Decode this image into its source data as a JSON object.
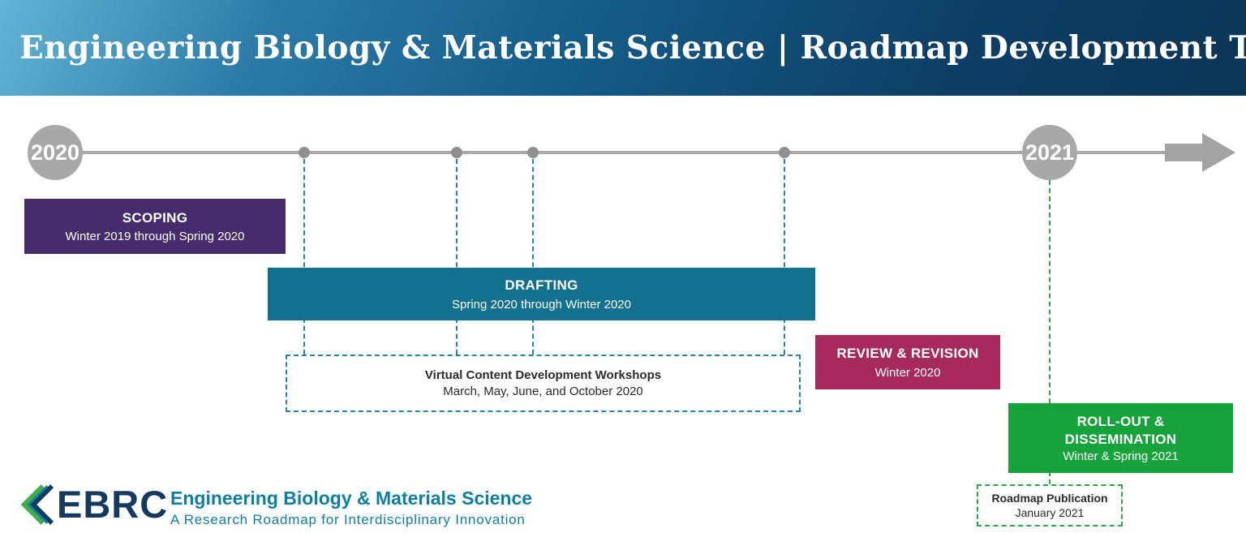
{
  "header": {
    "title": "Engineering Biology & Materials Science | Roadmap Development Timeline"
  },
  "timeline": {
    "start_year": "2020",
    "end_year": "2021",
    "line_color": "#a8a8a8",
    "dot_count": 4
  },
  "phases": [
    {
      "name": "SCOPING",
      "dates": "Winter 2019 through Spring 2020",
      "color": "#472c6d"
    },
    {
      "name": "DRAFTING",
      "dates": "Spring 2020 through Winter 2020",
      "color": "#11718e"
    },
    {
      "name": "REVIEW & REVISION",
      "dates": "Winter 2020",
      "color": "#a62a5c"
    },
    {
      "name": "ROLL-OUT &\nDISSEMINATION",
      "dates": "Winter & Spring 2021",
      "color": "#17a33c"
    }
  ],
  "workshops": {
    "title": "Virtual Content Development Workshops",
    "dates": "March, May, June, and October 2020",
    "border_color": "#2187a5"
  },
  "publication": {
    "title": "Roadmap Publication",
    "dates": "January 2021",
    "border_color": "#2ba84a"
  },
  "footer": {
    "logo_text": "EBRC",
    "title": "Engineering Biology & Materials Science",
    "subtitle": "A Research Roadmap for Interdisciplinary Innovation",
    "brand_navy": "#16395f",
    "brand_teal": "#0d7fa3",
    "brand_green": "#3fae49"
  }
}
